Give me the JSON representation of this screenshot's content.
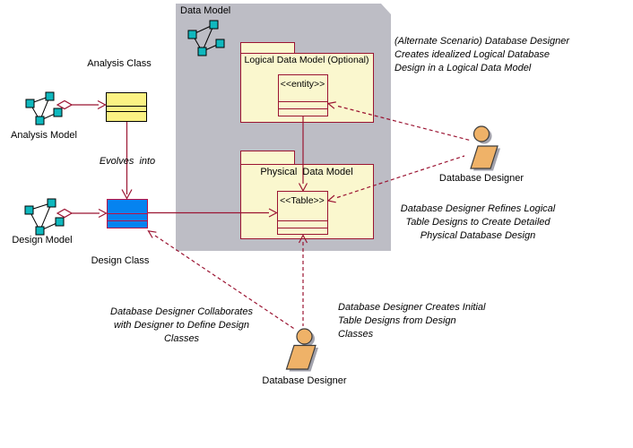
{
  "package": {
    "title": "Data Model"
  },
  "folders": {
    "logical": {
      "label": "Logical Data Model (Optional)"
    },
    "physical": {
      "label": "Physical  Data Model"
    }
  },
  "classes": {
    "analysis": {
      "label": "Analysis Class"
    },
    "design": {
      "label": "Design Class"
    },
    "entity": {
      "stereotype": "<<entity>>"
    },
    "table": {
      "stereotype": "<<Table>>"
    }
  },
  "models": {
    "analysis": {
      "label": "Analysis Model"
    },
    "design": {
      "label": "Design Model"
    }
  },
  "actors": {
    "right": {
      "label": "Database Designer"
    },
    "bottom": {
      "label": "Database Designer"
    }
  },
  "connectors": {
    "evolves_label": "Evolves  into"
  },
  "annotations": {
    "alt_scenario": {
      "lines": [
        "(Alternate Scenario) Database Designer",
        "Creates idealized Logical Database",
        "Design in a Logical Data Model"
      ]
    },
    "refines": {
      "lines": [
        "Database Designer Refines Logical",
        "Table Designs to Create Detailed",
        "Physical Database Design"
      ]
    },
    "creates_initial": {
      "lines": [
        "Database Designer Creates Initial",
        "Table Designs from Design",
        "Classes"
      ]
    },
    "collaborates": {
      "lines": [
        "Database Designer Collaborates",
        "with Designer to Define Design",
        "Classes"
      ]
    }
  },
  "colors": {
    "package_fill": "#BDBDC5",
    "folder_fill": "#FAF7CE",
    "analysis_class_fill": "#FBF283",
    "design_class_fill": "#0583F0",
    "line": "#9B1432",
    "design_border": "#BE1144",
    "model_icon_teal": "#0FB8BE",
    "actor_fill": "#EFB268"
  }
}
